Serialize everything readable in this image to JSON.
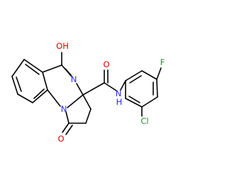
{
  "molecule": {
    "atom_labels": {
      "hydroxyl": "OH",
      "imine_n": "N",
      "ring_n": "N",
      "lactam_o": "O",
      "amide_o": "O",
      "amide_n": "N",
      "amide_h": "H",
      "fluorine": "F",
      "chlorine": "Cl"
    },
    "colors": {
      "bond": "#000000",
      "oxygen": "#e00000",
      "nitrogen": "#2a2aff",
      "fluorine": "#2e8b2e",
      "chlorine": "#2e8b2e",
      "carbon": "#000000"
    }
  }
}
